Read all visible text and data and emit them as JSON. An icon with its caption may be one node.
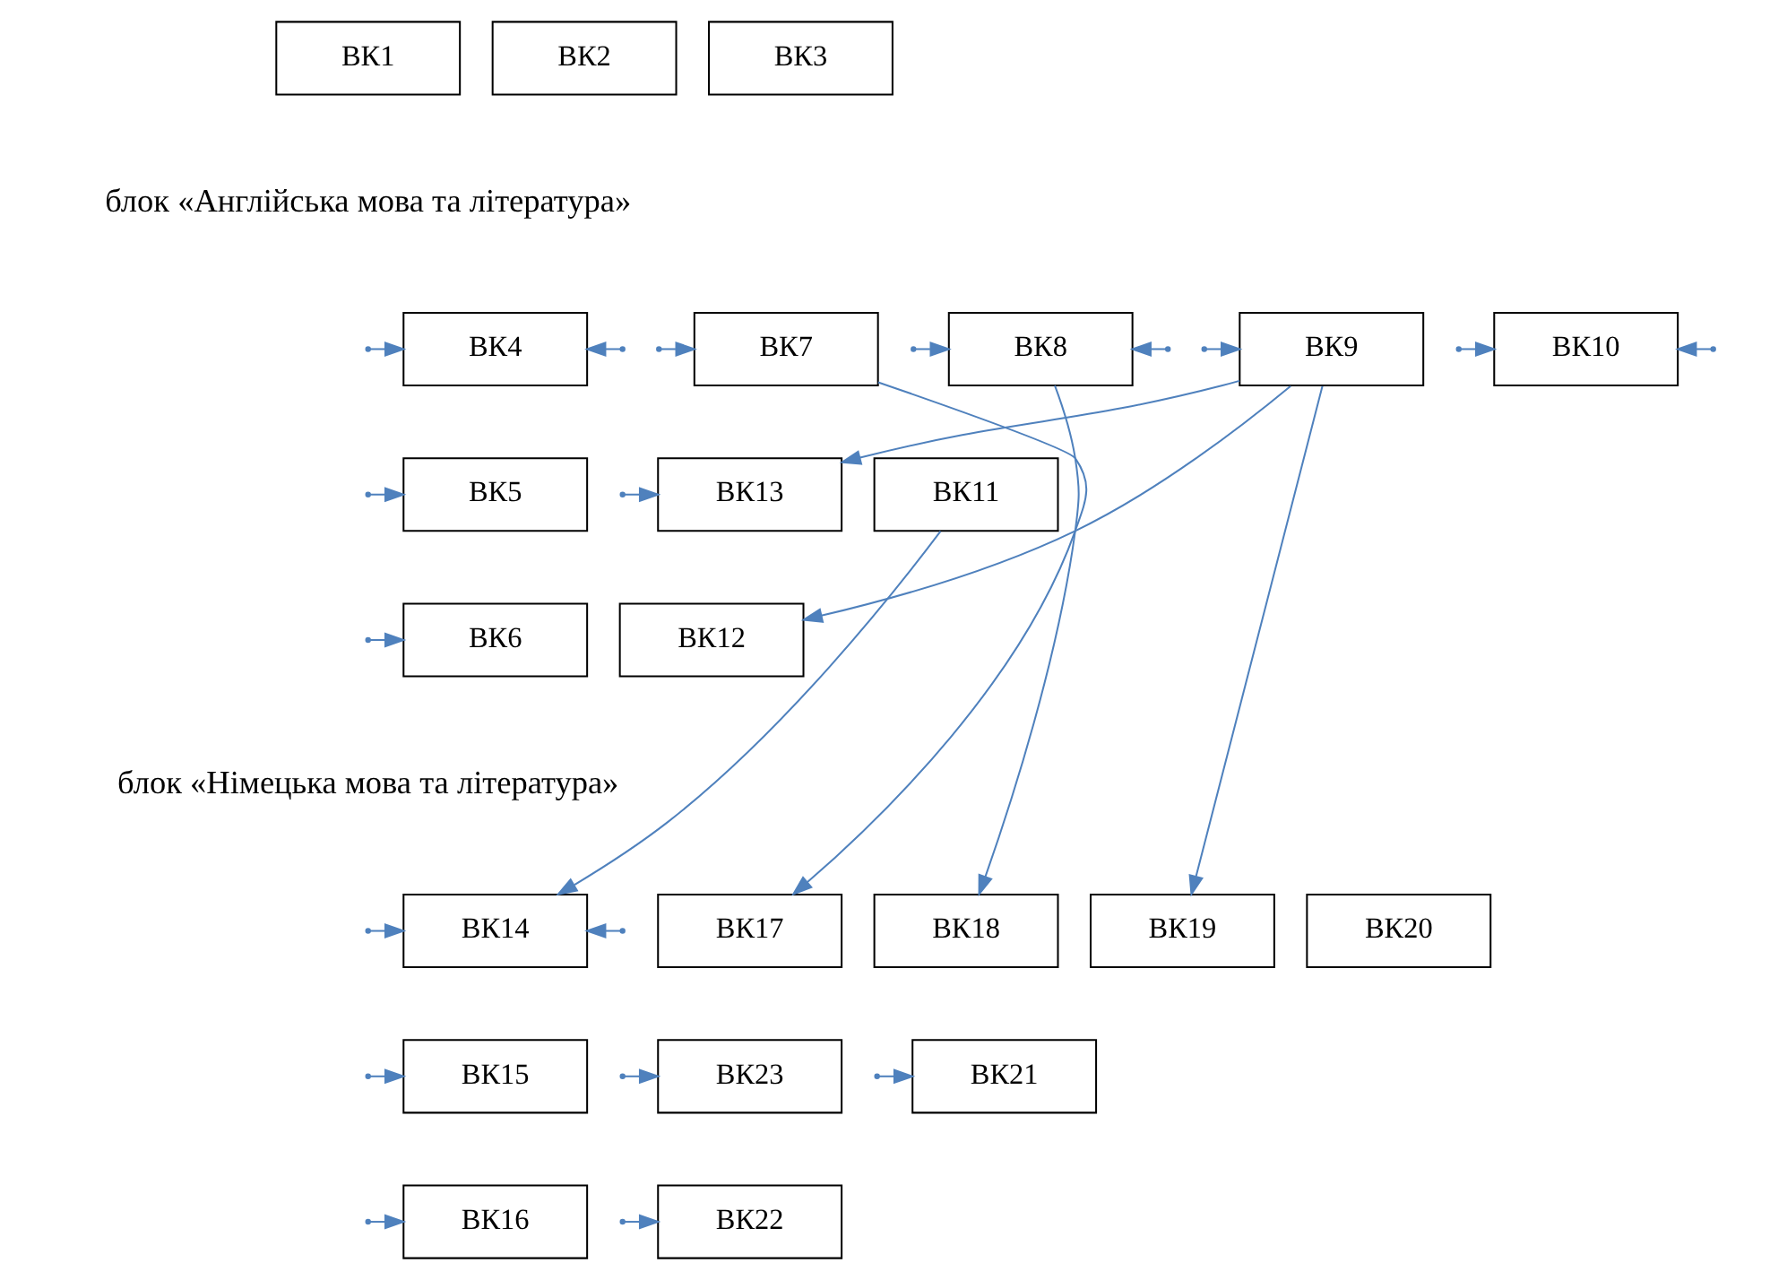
{
  "diagram": {
    "nodes": [
      {
        "text": [
          "ВК1"
        ]
      },
      {
        "text": [
          "ВК2"
        ]
      },
      {
        "text": [
          "ВК3"
        ]
      },
      {
        "text": [
          "ВК4"
        ]
      },
      {
        "text": [
          "ВК7"
        ]
      },
      {
        "text": [
          "ВК8"
        ]
      },
      {
        "text": [
          "ВК9"
        ]
      },
      {
        "text": [
          "ВК10"
        ]
      },
      {
        "text": [
          "ВК5"
        ]
      },
      {
        "text": [
          "ВК13"
        ]
      },
      {
        "text": [
          "ВК11"
        ]
      },
      {
        "text": [
          "ВК6"
        ]
      },
      {
        "text": [
          "ВК12"
        ]
      },
      {
        "text": [
          "ВК14"
        ]
      },
      {
        "text": [
          "ВК17"
        ]
      },
      {
        "text": [
          "ВК18"
        ]
      },
      {
        "text": [
          "ВК19"
        ]
      },
      {
        "text": [
          "ВК20"
        ]
      },
      {
        "text": [
          "ВК15"
        ]
      },
      {
        "text": [
          "ВК23"
        ]
      },
      {
        "text": [
          "ВК21"
        ]
      },
      {
        "text": [
          "ВК16"
        ]
      },
      {
        "text": [
          "ВК22"
        ]
      }
    ],
    "edges": [
      {
        "from": null,
        "to": 5,
        "arrow": "to"
      },
      {
        "from": null,
        "to": 5,
        "arrow": "to"
      },
      {
        "from": null,
        "to": 6,
        "arrow": "to"
      },
      {
        "from": null,
        "to": 7,
        "arrow": "to"
      },
      {
        "from": null,
        "to": 4,
        "arrow": "to"
      },
      {
        "from": null,
        "to": 3,
        "arrow": "to"
      },
      {
        "from": null,
        "to": 3,
        "arrow": "to"
      },
      {
        "from": null,
        "to": 7,
        "arrow": "to"
      },
      {
        "from": null,
        "to": 8,
        "arrow": "to"
      },
      {
        "from": null,
        "to": 9,
        "arrow": "to"
      },
      {
        "from": null,
        "to": 11,
        "arrow": "to"
      },
      {
        "from": 4,
        "to": 14,
        "arrow": "to"
      },
      {
        "from": 5,
        "to": 15,
        "arrow": "to"
      },
      {
        "from": 6,
        "to": 9,
        "arrow": "to"
      },
      {
        "from": 6,
        "to": 12,
        "arrow": "to"
      },
      {
        "from": 6,
        "to": 16,
        "arrow": "to"
      },
      {
        "from": 10,
        "to": 13,
        "arrow": "to"
      },
      {
        "from": null,
        "to": 13,
        "arrow": "to"
      },
      {
        "from": null,
        "to": 13,
        "arrow": "to"
      },
      {
        "from": null,
        "to": 18,
        "arrow": "to"
      },
      {
        "from": null,
        "to": 21,
        "arrow": "to"
      },
      {
        "from": null,
        "to": 20,
        "arrow": "to"
      },
      {
        "from": null,
        "to": 22,
        "arrow": "to"
      },
      {
        "from": null,
        "to": 19,
        "arrow": "to"
      }
    ],
    "labels": [
      "блок «Англійська мова та література»",
      "блок «Німецька мова та література»"
    ]
  }
}
